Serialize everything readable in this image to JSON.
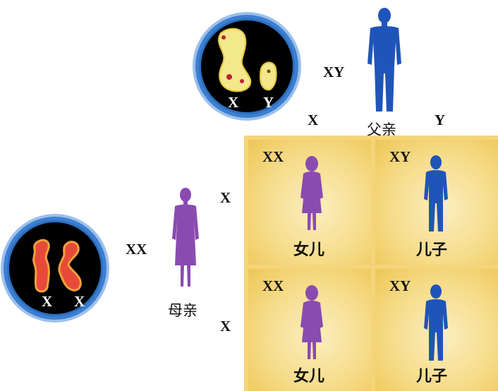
{
  "father": {
    "genotype": "XY",
    "label": "父亲",
    "gamete_x": "X",
    "gamete_y": "Y",
    "chromosomes": [
      "X",
      "Y"
    ]
  },
  "mother": {
    "genotype": "XX",
    "label": "母亲",
    "gamete_row1": "X",
    "gamete_row2": "X",
    "chromosomes": [
      "X",
      "X"
    ]
  },
  "grid": {
    "cells": [
      {
        "genotype": "XX",
        "label": "女儿"
      },
      {
        "genotype": "XY",
        "label": "儿子"
      },
      {
        "genotype": "XX",
        "label": "女儿"
      },
      {
        "genotype": "XY",
        "label": "儿子"
      }
    ]
  },
  "colors": {
    "male": "#1f55b8",
    "female": "#8a4bb0",
    "grid_bg": "#f6dc8a"
  }
}
